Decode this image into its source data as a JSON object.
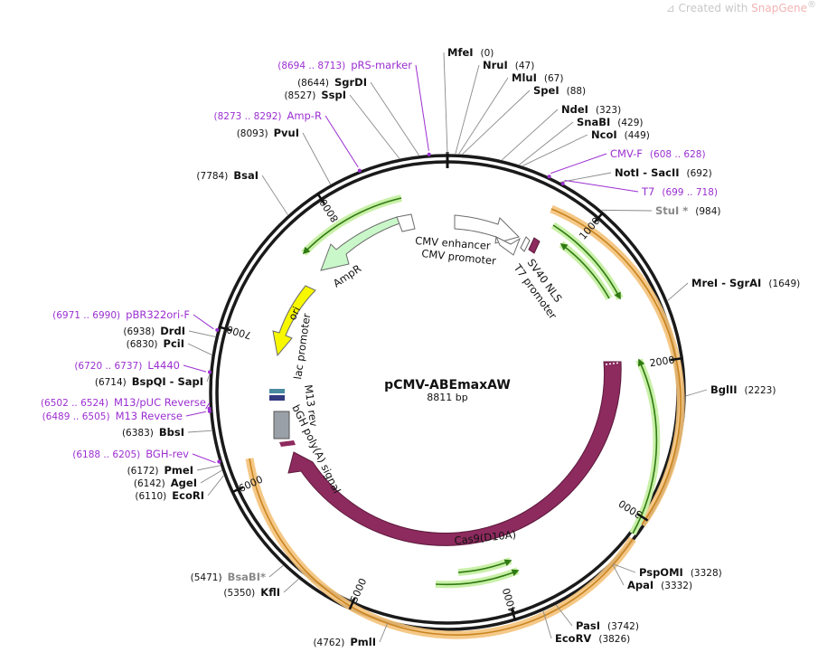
{
  "watermark": {
    "prefix": "Created with ",
    "brand": "SnapGene",
    "mark": "®"
  },
  "plasmid": {
    "name": "pCMV-ABEmaxAW",
    "length_label": "8811 bp",
    "length": 8811
  },
  "colors": {
    "backbone": "#1a1a1a",
    "primer": "#9b2fd0",
    "cas9": "#8d2a5e",
    "green_arrow": "#4a8a1a",
    "green_halo": "#c9f0a8",
    "orange_halo": "#f4c27a",
    "ampr": "#c9f7c9",
    "ori": "#f7f700",
    "gray_feature": "#9aa0a8"
  },
  "ticks": [
    {
      "label": "1000",
      "bp": 1000
    },
    {
      "label": "2000",
      "bp": 2000
    },
    {
      "label": "3000",
      "bp": 3000
    },
    {
      "label": "4000",
      "bp": 4000
    },
    {
      "label": "5000",
      "bp": 5000
    },
    {
      "label": "6000",
      "bp": 6000
    },
    {
      "label": "7000",
      "bp": 7000
    },
    {
      "label": "8000",
      "bp": 8000
    }
  ],
  "sites": [
    {
      "name": "MfeI",
      "pos": "(0)",
      "bp": 0
    },
    {
      "name": "NruI",
      "pos": "(47)",
      "bp": 47
    },
    {
      "name": "MluI",
      "pos": "(67)",
      "bp": 67
    },
    {
      "name": "SpeI",
      "pos": "(88)",
      "bp": 88
    },
    {
      "name": "NdeI",
      "pos": "(323)",
      "bp": 323
    },
    {
      "name": "SnaBI",
      "pos": "(429)",
      "bp": 429
    },
    {
      "name": "NcoI",
      "pos": "(449)",
      "bp": 449
    },
    {
      "name": "NotI - SacII",
      "pos": "(692)",
      "bp": 692
    },
    {
      "name": "StuI *",
      "pos": "(984)",
      "bp": 984,
      "gray": true
    },
    {
      "name": "MreI - SgrAI",
      "pos": "(1649)",
      "bp": 1649
    },
    {
      "name": "BglII",
      "pos": "(2223)",
      "bp": 2223
    },
    {
      "name": "PspOMI",
      "pos": "(3328)",
      "bp": 3328
    },
    {
      "name": "ApaI",
      "pos": "(3332)",
      "bp": 3332
    },
    {
      "name": "PasI",
      "pos": "(3742)",
      "bp": 3742
    },
    {
      "name": "EcoRV",
      "pos": "(3826)",
      "bp": 3826
    },
    {
      "name": "PmlI",
      "pos": "(4762)",
      "bp": 4762
    },
    {
      "name": "KflI",
      "pos": "(5350)",
      "bp": 5350
    },
    {
      "name": "BsaBI*",
      "pos": "(5471)",
      "bp": 5471,
      "gray": true
    },
    {
      "name": "EcoRI",
      "pos": "(6110)",
      "bp": 6110
    },
    {
      "name": "AgeI",
      "pos": "(6142)",
      "bp": 6142
    },
    {
      "name": "PmeI",
      "pos": "(6172)",
      "bp": 6172
    },
    {
      "name": "BbsI",
      "pos": "(6383)",
      "bp": 6383
    },
    {
      "name": "BspQI - SapI",
      "pos": "(6714)",
      "bp": 6714
    },
    {
      "name": "PciI",
      "pos": "(6830)",
      "bp": 6830
    },
    {
      "name": "DrdI",
      "pos": "(6938)",
      "bp": 6938
    },
    {
      "name": "BsaI",
      "pos": "(7784)",
      "bp": 7784
    },
    {
      "name": "PvuI",
      "pos": "(8093)",
      "bp": 8093
    },
    {
      "name": "SspI",
      "pos": "(8527)",
      "bp": 8527
    },
    {
      "name": "SgrDI",
      "pos": "(8644)",
      "bp": 8644
    }
  ],
  "primers": [
    {
      "name": "pRS-marker",
      "range": "(8694 .. 8713)",
      "bp": 8703
    },
    {
      "name": "Amp-R",
      "range": "(8273 .. 8292)",
      "bp": 8282
    },
    {
      "name": "CMV-F",
      "range": "(608 .. 628)",
      "bp": 618
    },
    {
      "name": "T7",
      "range": "(699 .. 718)",
      "bp": 708
    },
    {
      "name": "pBR322ori-F",
      "range": "(6971 .. 6990)",
      "bp": 6980
    },
    {
      "name": "L4440",
      "range": "(6720 .. 6737)",
      "bp": 6728
    },
    {
      "name": "M13/pUC Reverse",
      "range": "(6502 .. 6524)",
      "bp": 6513
    },
    {
      "name": "M13 Reverse",
      "range": "(6489 .. 6505)",
      "bp": 6497
    },
    {
      "name": "BGH-rev",
      "range": "(6188 .. 6205)",
      "bp": 6196
    }
  ],
  "features": [
    {
      "name": "CMV enhancer",
      "kind": "enhancer-arrow"
    },
    {
      "name": "CMV promoter",
      "kind": "promoter-arrow"
    },
    {
      "name": "SV40 NLS",
      "kind": "small-box"
    },
    {
      "name": "T7 promoter",
      "kind": "small-arrow"
    },
    {
      "name": "Cas9(D10A)",
      "kind": "cds-arrow"
    },
    {
      "name": "AmpR",
      "kind": "cds-arrow"
    },
    {
      "name": "ori",
      "kind": "rep-origin"
    },
    {
      "name": "lac promoter",
      "kind": "promoter"
    },
    {
      "name": "M13 rev",
      "kind": "primer-bind"
    },
    {
      "name": "bGH poly(A) signal",
      "kind": "terminator"
    }
  ]
}
